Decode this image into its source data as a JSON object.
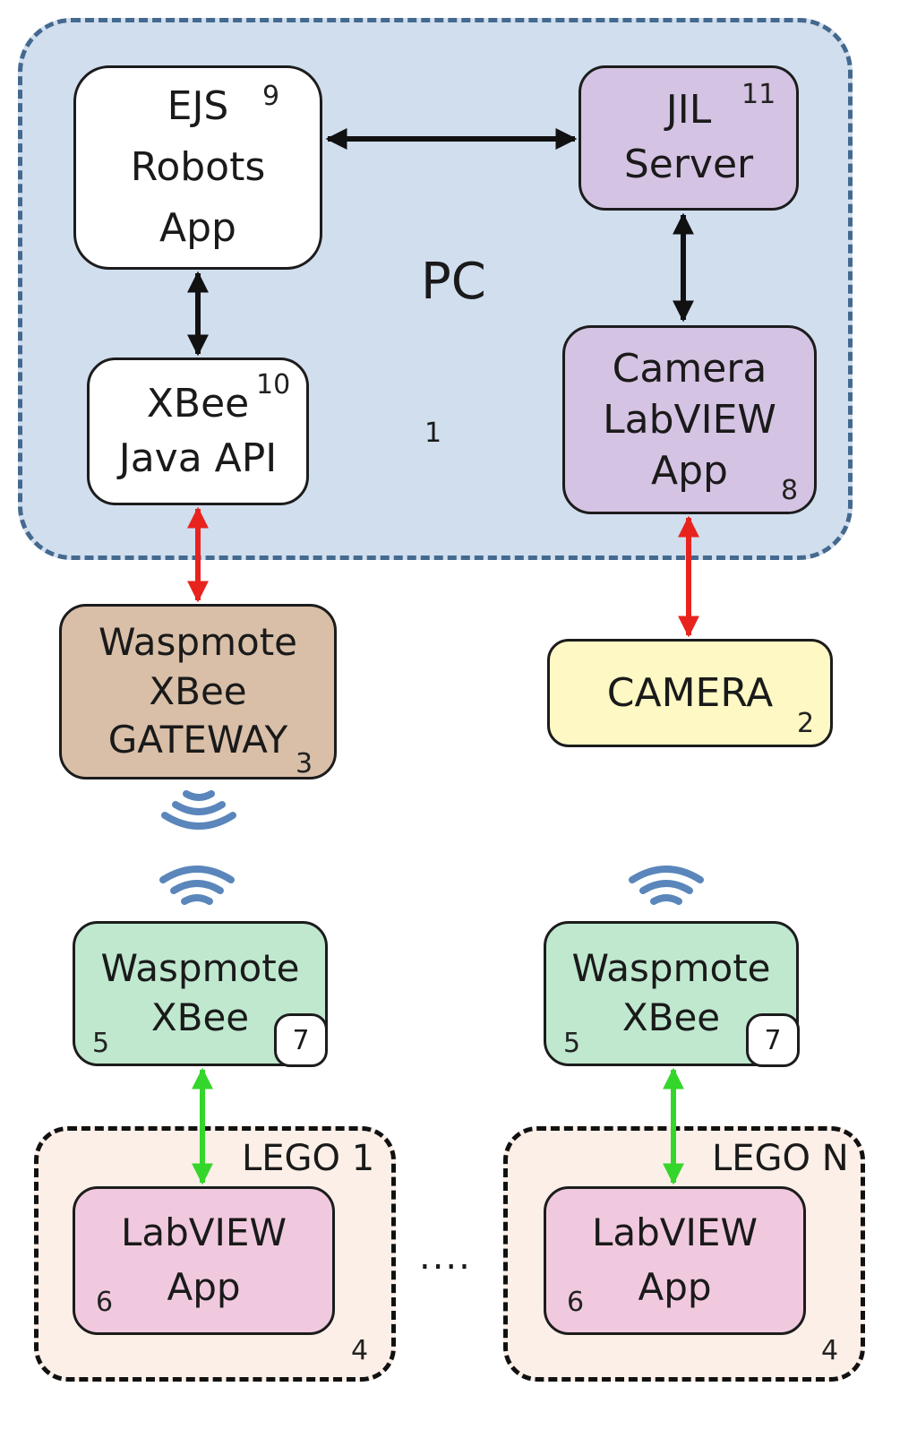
{
  "pc": {
    "label": "PC",
    "number": "1",
    "fill": "#d0deee",
    "border": "#44698f"
  },
  "ejs": {
    "lines": [
      "EJS",
      "Robots",
      "App"
    ],
    "number": "9",
    "fill": "#ffffff"
  },
  "jil": {
    "lines": [
      "JIL",
      "Server"
    ],
    "number": "11",
    "fill": "#d5c3e3"
  },
  "xbee_api": {
    "lines": [
      "XBee",
      "Java API"
    ],
    "number": "10",
    "fill": "#ffffff"
  },
  "camera_app": {
    "lines": [
      "Camera",
      "LabVIEW",
      "App"
    ],
    "number": "8",
    "fill": "#d5c3e3"
  },
  "gateway": {
    "lines": [
      "Waspmote",
      "XBee",
      "GATEWAY"
    ],
    "number": "3",
    "fill": "#d9bfa8"
  },
  "camera": {
    "label": "CAMERA",
    "number": "2",
    "fill": "#fdf8c4"
  },
  "waspmote_left": {
    "lines": [
      "Waspmote",
      "XBee"
    ],
    "number": "5",
    "badge": "7",
    "fill": "#bfe8cf"
  },
  "waspmote_right": {
    "lines": [
      "Waspmote",
      "XBee"
    ],
    "number": "5",
    "badge": "7",
    "fill": "#bfe8cf"
  },
  "lego_left": {
    "label": "LEGO 1",
    "number": "4",
    "fill": "#fbefe7",
    "app_lines": [
      "LabVIEW",
      "App"
    ],
    "app_number": "6",
    "app_fill": "#f1c9df"
  },
  "lego_right": {
    "label": "LEGO N",
    "number": "4",
    "fill": "#fbefe7",
    "app_lines": [
      "LabVIEW",
      "App"
    ],
    "app_number": "6",
    "app_fill": "#f1c9df"
  },
  "ellipsis": "....",
  "colors": {
    "black_arrow": "#111111",
    "red_arrow": "#e8231e",
    "green_arrow": "#35d62b",
    "wifi": "#5a86bb"
  }
}
